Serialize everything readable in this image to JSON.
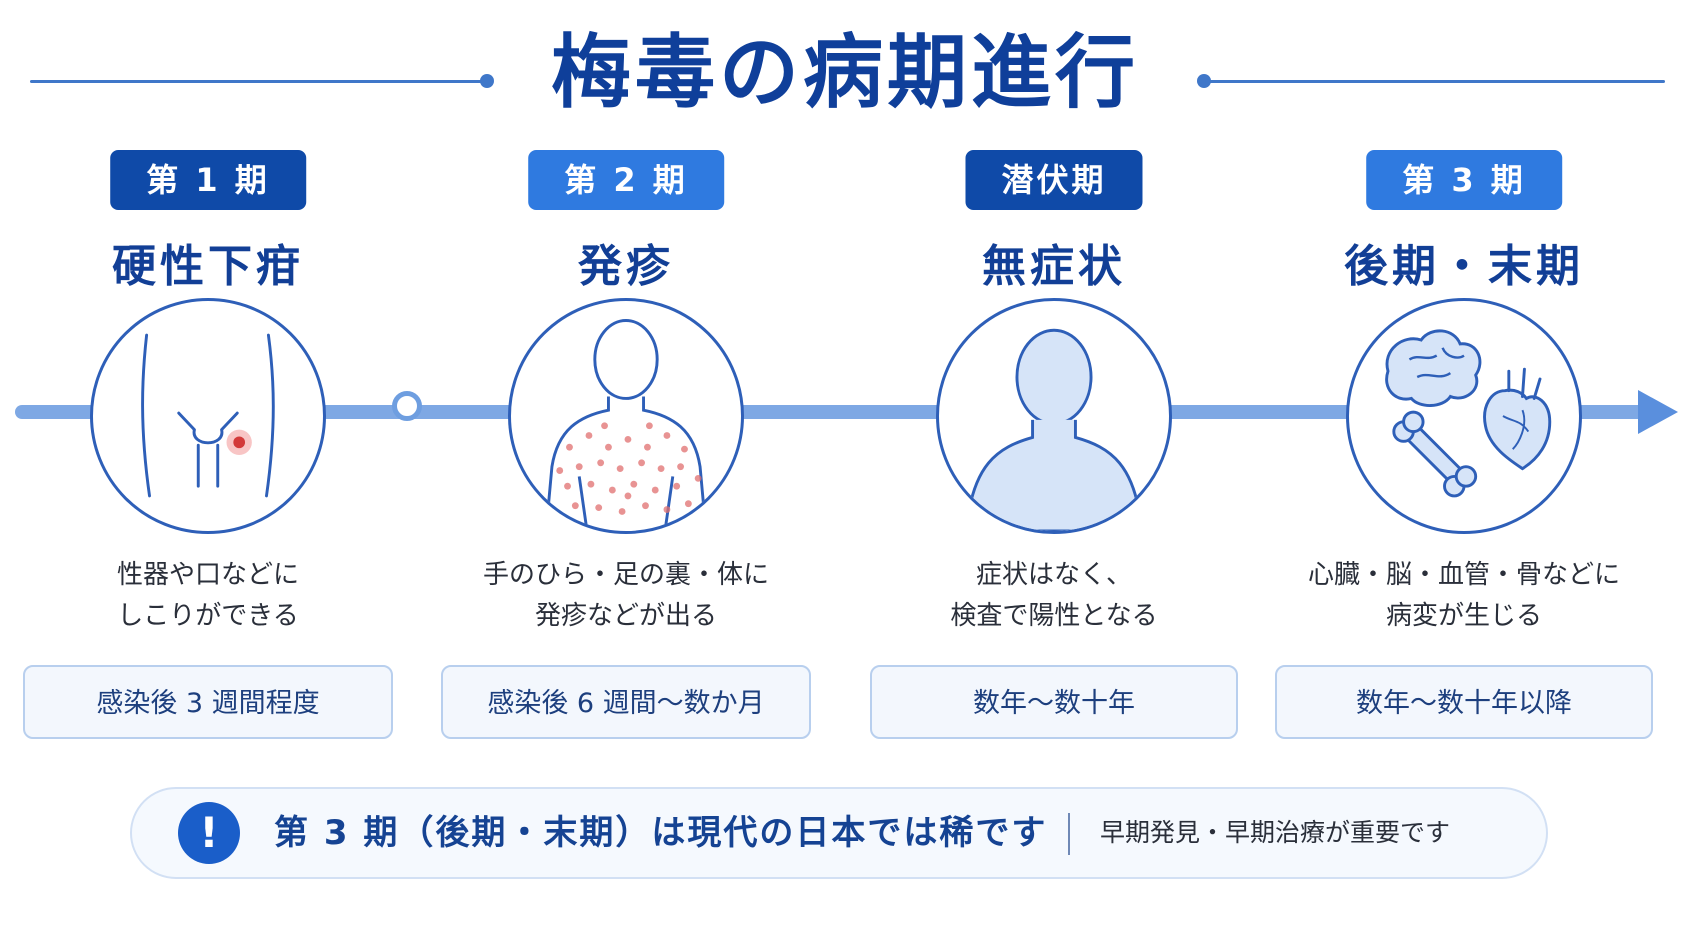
{
  "title": "梅毒の病期進行",
  "colors": {
    "primary": "#0f3f9a",
    "accent": "#2f7ae0",
    "timeline": "#7ea8e4",
    "rash": "#e06f6f"
  },
  "stages": [
    {
      "label": "第 1 期",
      "name": "硬性下疳",
      "desc_line1": "性器や口などに",
      "desc_line2": "しこりができる",
      "period": "感染後 3 週間程度",
      "icon": "pelvis-lesion-icon",
      "label_color": "#0f4aa8"
    },
    {
      "label": "第 2 期",
      "name": "発疹",
      "desc_line1": "手のひら・足の裏・体に",
      "desc_line2": "発疹などが出る",
      "period": "感染後 6 週間〜数か月",
      "icon": "body-rash-icon",
      "label_color": "#2f7ae0"
    },
    {
      "label": "潜伏期",
      "name": "無症状",
      "desc_line1": "症状はなく、",
      "desc_line2": "検査で陽性となる",
      "period": "数年〜数十年",
      "icon": "silhouette-icon",
      "label_color": "#0f4aa8"
    },
    {
      "label": "第 3 期",
      "name": "後期・末期",
      "desc_line1": "心臓・脳・血管・骨などに",
      "desc_line2": "病変が生じる",
      "period": "数年〜数十年以降",
      "icon": "organs-icon",
      "label_color": "#2f7ae0"
    }
  ],
  "note": {
    "icon_text": "!",
    "main": "第 3 期（後期・末期）は現代の日本では稀です",
    "sub": "早期発見・早期治療が重要です"
  }
}
